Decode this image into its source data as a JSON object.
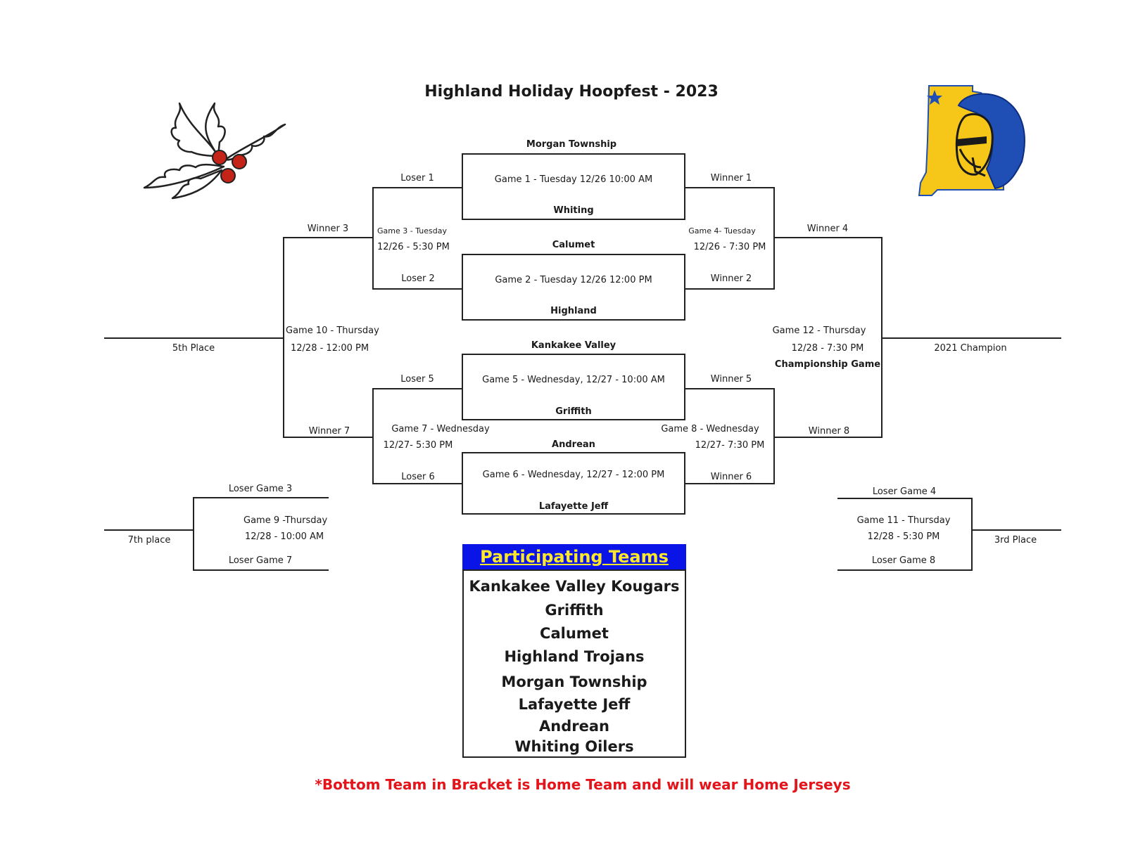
{
  "title": "Highland Holiday Hoopfest - 2023",
  "games": {
    "g1": {
      "label": "Game 1 - Tuesday 12/26 10:00 AM",
      "top_team": "Morgan Township",
      "bottom_team": "Whiting"
    },
    "g2": {
      "label": "Game 2 - Tuesday 12/26 12:00 PM",
      "top_team": "Calumet",
      "bottom_team": "Highland"
    },
    "g5": {
      "label": "Game 5 - Wednesday, 12/27 - 10:00 AM",
      "top_team": "Kankakee Valley",
      "bottom_team": "Griffith"
    },
    "g6": {
      "label": "Game 6 - Wednesday, 12/27 -  12:00 PM",
      "top_team": "Andrean",
      "bottom_team": "Lafayette Jeff"
    },
    "g3": {
      "line1": "Game 3 - Tuesday",
      "line2": "12/26 - 5:30 PM"
    },
    "g4": {
      "line1": "Game 4- Tuesday",
      "line2": "12/26 - 7:30 PM"
    },
    "g7": {
      "line1": "Game 7 - Wednesday",
      "line2": "12/27- 5:30 PM"
    },
    "g8": {
      "line1": "Game 8 - Wednesday",
      "line2": "12/27- 7:30 PM"
    },
    "g9": {
      "line1": "Game 9 -Thursday",
      "line2": "12/28 - 10:00 AM"
    },
    "g10": {
      "line1": "Game 10 - Thursday",
      "line2": "12/28 - 12:00 PM"
    },
    "g11": {
      "line1": "Game 11 - Thursday",
      "line2": "12/28 - 5:30 PM"
    },
    "g12": {
      "line1": "Game 12 - Thursday",
      "line2": "12/28 - 7:30 PM",
      "line3": "Championship Game"
    }
  },
  "slots": {
    "loser1": "Loser 1",
    "loser2": "Loser 2",
    "loser5": "Loser 5",
    "loser6": "Loser 6",
    "winner1": "Winner 1",
    "winner2": "Winner 2",
    "winner5": "Winner 5",
    "winner6": "Winner 6",
    "winner3": "Winner 3",
    "winner7": "Winner 7",
    "winner4": "Winner 4",
    "winner8": "Winner 8",
    "loser_game3": "Loser Game 3",
    "loser_game7": "Loser Game 7",
    "loser_game4": "Loser Game 4",
    "loser_game8": "Loser Game 8"
  },
  "places": {
    "fifth": "5th Place",
    "seventh": "7th place",
    "third": "3rd Place",
    "champion": "2021 Champion"
  },
  "participating": {
    "header": "Participating Teams",
    "teams": [
      "Kankakee Valley Kougars",
      "Griffith",
      "Calumet",
      "Highland Trojans",
      "Morgan Township",
      "Lafayette Jeff",
      "Andrean",
      "Whiting Oilers"
    ]
  },
  "note": "*Bottom Team in Bracket is Home Team and will wear Home Jerseys",
  "colors": {
    "note": "#e4141b",
    "header_bg": "#0a14e6",
    "header_text": "#ffe82a",
    "logo_blue": "#1f4fb4",
    "logo_gold": "#f6c719",
    "berry_red": "#c42418"
  },
  "icons": {
    "holly": "holly-icon",
    "logo": "trojan-logo-icon"
  }
}
